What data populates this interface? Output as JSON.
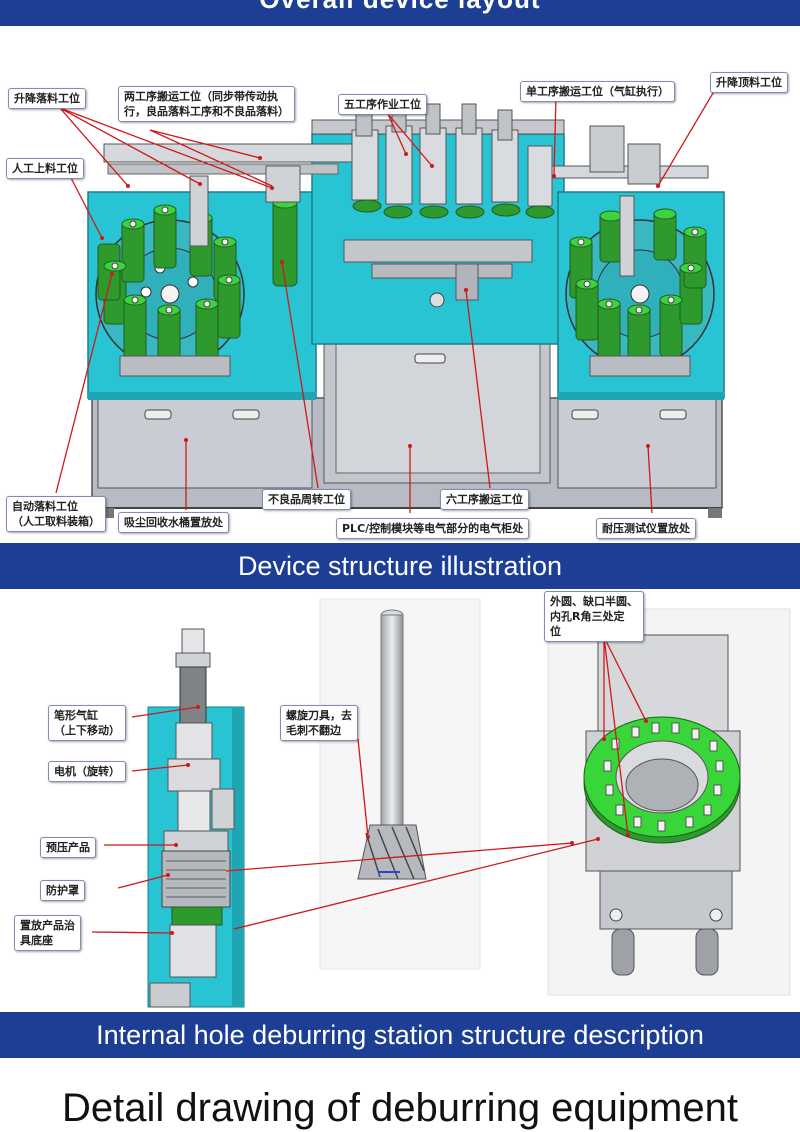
{
  "header": {
    "title": "Overall device layout"
  },
  "sections": {
    "structure": {
      "caption": "Device structure illustration",
      "labels": {
        "lift_drop": "升降落料工位",
        "two_process_transfer": "两工序搬运工位（同步带传动执\n行，良品落料工序和不良品落料）",
        "five_process": "五工序作业工位",
        "single_process_transfer": "单工序搬运工位（气缸执行）",
        "lift_top": "升降顶料工位",
        "manual_loading": "人工上料工位",
        "auto_drop": "自动落料工位\n（人工取料装箱）",
        "dust_bucket": "吸尘回收水桶置放处",
        "defect_turnover": "不良品周转工位",
        "plc": "PLC/控制模块等电气部分的电气柜处",
        "six_process_transfer": "六工序搬运工位",
        "pressure_tester": "耐压测试仪置放处"
      }
    },
    "deburring": {
      "caption": "Internal hole deburring station structure description",
      "labels": {
        "pen_cylinder": "笔形气缸\n（上下移动）",
        "motor": "电机（旋转）",
        "prepress": "预压产品",
        "guard": "防护罩",
        "fixture_base": "置放产品治\n具底座",
        "spiral_cutter": "螺旋刀具，去\n毛刺不翻边",
        "three_point": "外圆、缺口半圆、\n内孔R角三处定\n位"
      }
    }
  },
  "footer": {
    "title": "Detail drawing of deburring equipment"
  },
  "colors": {
    "band": "#1c3e94",
    "machine_cyan": "#29c4d4",
    "stator_green": "#2e9a2e",
    "bright_green": "#39d639",
    "arrow_red": "#d01818",
    "label_border": "#7e8db0"
  }
}
